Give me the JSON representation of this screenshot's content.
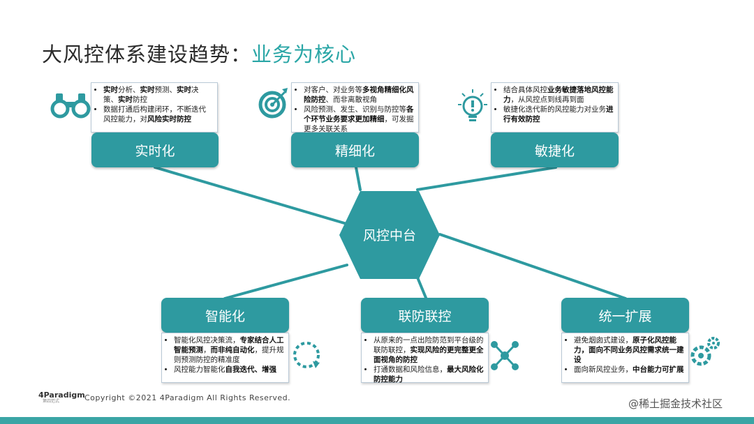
{
  "title": {
    "main": "大风控体系建设趋势：",
    "accent": "业务为核心"
  },
  "hub": {
    "label": "风控中台"
  },
  "nodes": {
    "realtime": {
      "label": "实时化",
      "items": [
        [
          {
            "t": "实时",
            "b": true
          },
          {
            "t": "分析、"
          },
          {
            "t": "实时",
            "b": true
          },
          {
            "t": "预测、"
          },
          {
            "t": "实时",
            "b": true
          },
          {
            "t": "决策、"
          },
          {
            "t": "实时",
            "b": true
          },
          {
            "t": "防控"
          }
        ],
        [
          {
            "t": "数据打通后构建闭环，不断迭代风控能力，对"
          },
          {
            "t": "风险实时防控",
            "b": true
          }
        ]
      ]
    },
    "refined": {
      "label": "精细化",
      "items": [
        [
          {
            "t": "对客户、对业务等"
          },
          {
            "t": "多视角精细化风险防控",
            "b": true
          },
          {
            "t": "、而非离散视角"
          }
        ],
        [
          {
            "t": "风险预测、发生、识别与防控等"
          },
          {
            "t": "各个环节业务要求更加精细",
            "b": true
          },
          {
            "t": "，可发掘更多关联关系"
          }
        ]
      ]
    },
    "agile": {
      "label": "敏捷化",
      "items": [
        [
          {
            "t": "结合具体风控"
          },
          {
            "t": "业务敏捷落地风控能力",
            "b": true
          },
          {
            "t": "，从风控点到线再到面"
          }
        ],
        [
          {
            "t": "敏捷化迭代新的风控能力对业务"
          },
          {
            "t": "进行有效防控",
            "b": true
          }
        ]
      ]
    },
    "intelligent": {
      "label": "智能化",
      "items": [
        [
          {
            "t": "智能化风控决策流，"
          },
          {
            "t": "专家结合人工智能预测",
            "b": true
          },
          {
            "t": "，"
          },
          {
            "t": "而非纯自动化",
            "b": true
          },
          {
            "t": "，提升规则预测防控的精准度"
          }
        ],
        [
          {
            "t": "风控能力智能化"
          },
          {
            "t": "自我迭代、增强",
            "b": true
          }
        ]
      ]
    },
    "joint": {
      "label": "联防联控",
      "items": [
        [
          {
            "t": "从原来的一点出险防范到平台级的联防联控，"
          },
          {
            "t": "实现风险的更完整更全面视角的防控",
            "b": true
          }
        ],
        [
          {
            "t": "打通数据和风险信息，"
          },
          {
            "t": "最大风险化防控能力",
            "b": true
          }
        ]
      ]
    },
    "unified": {
      "label": "统一扩展",
      "items": [
        [
          {
            "t": "避免烟囱式建设，"
          },
          {
            "t": "原子化风控能力，面向不同业务风控需求统一建设",
            "b": true
          }
        ],
        [
          {
            "t": "面向新风控业务，"
          },
          {
            "t": "中台能力可扩展",
            "b": true
          }
        ]
      ]
    }
  },
  "icons": {
    "realtime": "binoculars-icon",
    "refined": "target-icon",
    "agile": "lightbulb-icon",
    "intelligent": "cycle-arrow-icon",
    "joint": "network-icon",
    "unified": "gears-icon"
  },
  "colors": {
    "teal": "#2e9aa0",
    "accent": "#2aa6a6"
  },
  "footer": {
    "copyright": "Copyright ©2021 4Paradigm All Rights Reserved.",
    "logo": "4Paradigm",
    "logo_sub": "第四范式"
  },
  "watermark": "@稀土掘金技术社区"
}
